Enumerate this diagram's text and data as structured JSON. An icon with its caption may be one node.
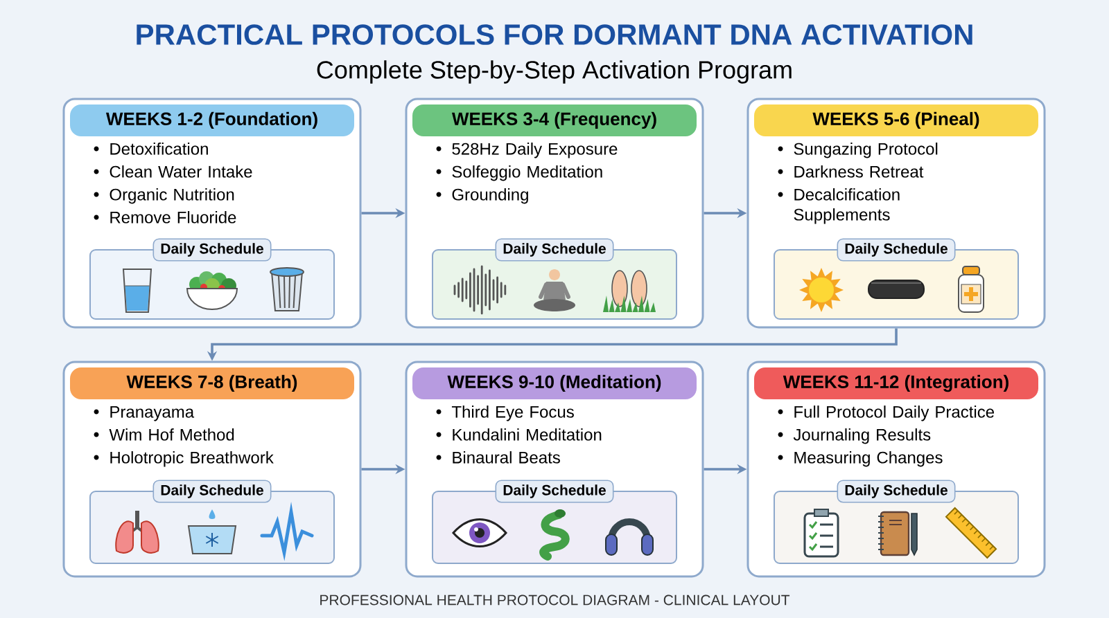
{
  "diagram": {
    "title": "PRACTICAL PROTOCOLS FOR DORMANT DNA ACTIVATION",
    "caption": "PROFESSIONAL HEALTH PROTOCOL DIAGRAM - CLINICAL LAYOUT",
    "labels": [
      "Complete Step-by-Step Activation Program"
    ],
    "nodes": [
      {
        "text": [
          "WEEKS 1-2 (Foundation)",
          "Detoxification",
          "Clean Water Intake",
          "Organic Nutrition",
          "Remove Fluoride"
        ]
      },
      {
        "text": [
          "Daily Schedule"
        ],
        "in": 0
      },
      {
        "text": [
          "WEEKS 3-4 (Frequency)",
          "528Hz Daily Exposure",
          "Solfeggio Meditation",
          "Grounding"
        ]
      },
      {
        "text": [
          "Daily Schedule"
        ],
        "in": 2
      },
      {
        "text": [
          "WEEKS 5-6 (Pineal)",
          "Sungazing Protocol",
          "Darkness Retreat",
          "Decalcification Supplements"
        ]
      },
      {
        "text": [
          "Daily Schedule"
        ],
        "in": 4
      },
      {
        "text": [
          "WEEKS 7-8 (Breath)",
          "Pranayama",
          "Wim Hof Method",
          "Holotropic Breathwork"
        ]
      },
      {
        "text": [
          "Daily Schedule"
        ],
        "in": 6
      },
      {
        "text": [
          "WEEKS 9-10 (Meditation)",
          "Third Eye Focus",
          "Kundalini Meditation",
          "Binaural Beats"
        ]
      },
      {
        "text": [
          "Daily Schedule"
        ],
        "in": 8
      },
      {
        "text": [
          "WEEKS 11-12 (Integration)",
          "Full Protocol Daily Practice",
          "Journaling Results",
          "Measuring Changes"
        ]
      },
      {
        "text": [
          "Daily Schedule"
        ],
        "in": 10
      }
    ],
    "edges": [
      {
        "from": 0,
        "to": 2,
        "arrow": "to"
      },
      {
        "from": 2,
        "to": 4,
        "arrow": "to"
      },
      {
        "from": 4,
        "to": 6,
        "arrow": "to"
      },
      {
        "from": 6,
        "to": 8,
        "arrow": "to"
      },
      {
        "from": 8,
        "to": 10,
        "arrow": "to"
      }
    ]
  }
}
